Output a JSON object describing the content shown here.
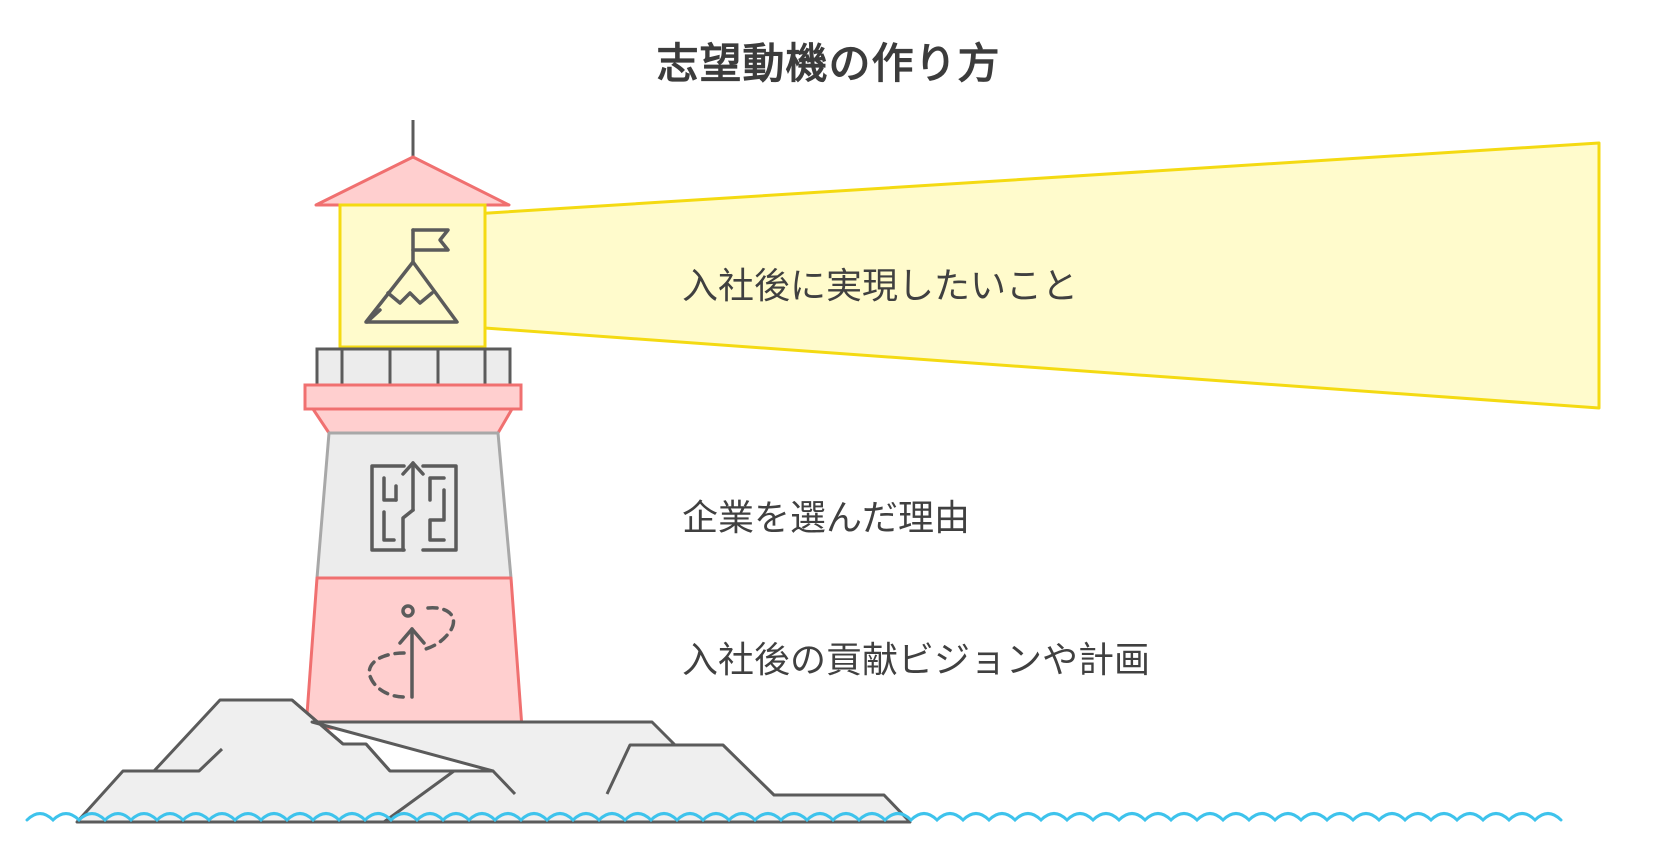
{
  "title": "志望動機の作り方",
  "sections": [
    {
      "label": "入社後に実現したいこと",
      "icon": "mountain-flag-icon"
    },
    {
      "label": "企業を選んだ理由",
      "icon": "maze-icon"
    },
    {
      "label": "入社後の貢献ビジョンや計画",
      "icon": "path-arrow-icon"
    }
  ],
  "colors": {
    "beam_fill": "#fffbcc",
    "beam_stroke": "#f4da12",
    "red_fill": "#ffcfcf",
    "red_stroke": "#f07070",
    "gray_fill": "#ececec",
    "rock_fill": "#efefef",
    "line": "#5b5b5b",
    "water": "#3ec3ec",
    "text": "#404040"
  }
}
